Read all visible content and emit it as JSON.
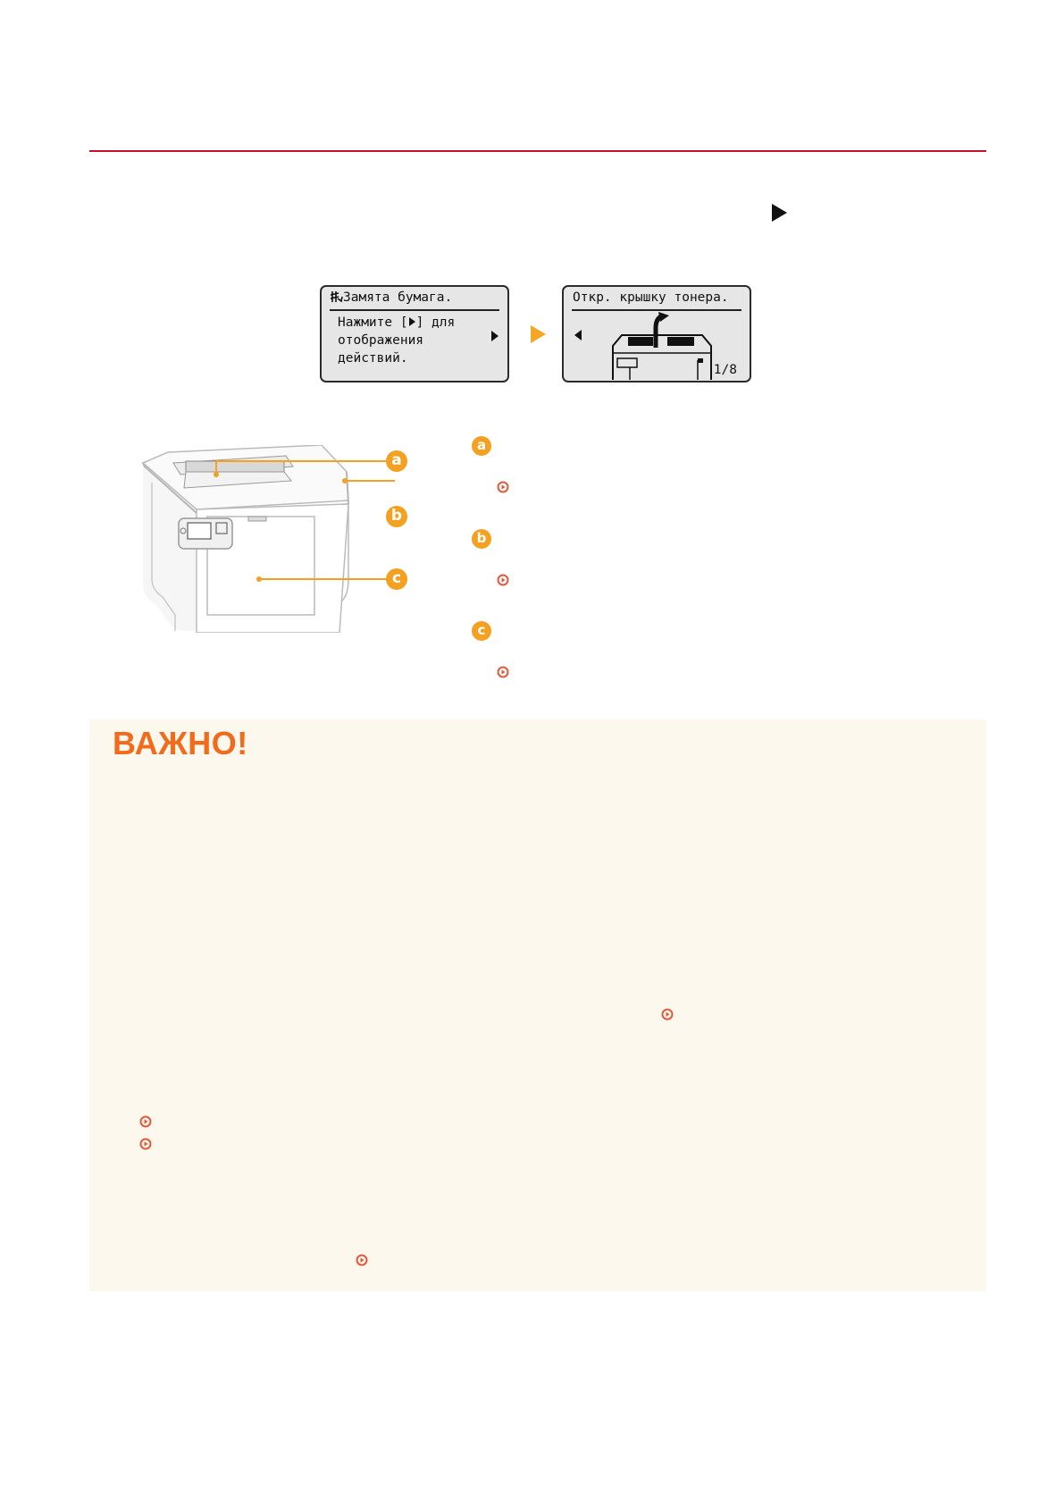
{
  "lcd_left": {
    "line1": "Замята бумага.",
    "line2": "Нажмите [",
    "line2_end": "] для",
    "line3": "отображения",
    "line4": "действий."
  },
  "lcd_right": {
    "line1": "Откр. крышку тонера.",
    "page": "1/8"
  },
  "callouts": {
    "a": "a",
    "b": "b",
    "c": "c"
  },
  "important": {
    "title": "ВАЖНО!"
  },
  "colors": {
    "rule": "#c8102e",
    "badge": "#f4a021",
    "important_title": "#f26a1b",
    "important_bg": "#fdf8ee",
    "link_icon": "#e25a3c"
  }
}
